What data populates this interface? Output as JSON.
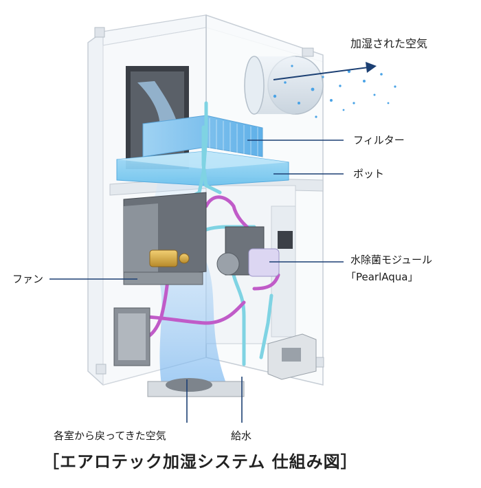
{
  "labels": {
    "humidified_air": "加湿された空気",
    "filter": "フィルター",
    "pot": "ポット",
    "module_line1": "水除菌モジュール",
    "module_line2": "「PearlAqua」",
    "fan": "ファン",
    "return_air": "各室から戻ってきた空気",
    "water_supply": "給水"
  },
  "caption": "［エアロテック加湿システム 仕組み図］",
  "colors": {
    "leader_line": "#1b3f73",
    "water_tube": "#7fd3e3",
    "magenta_tube": "#c05bc8",
    "filter_blue": "#7fc4ec",
    "airflow_blue": "#a9d4f5"
  }
}
